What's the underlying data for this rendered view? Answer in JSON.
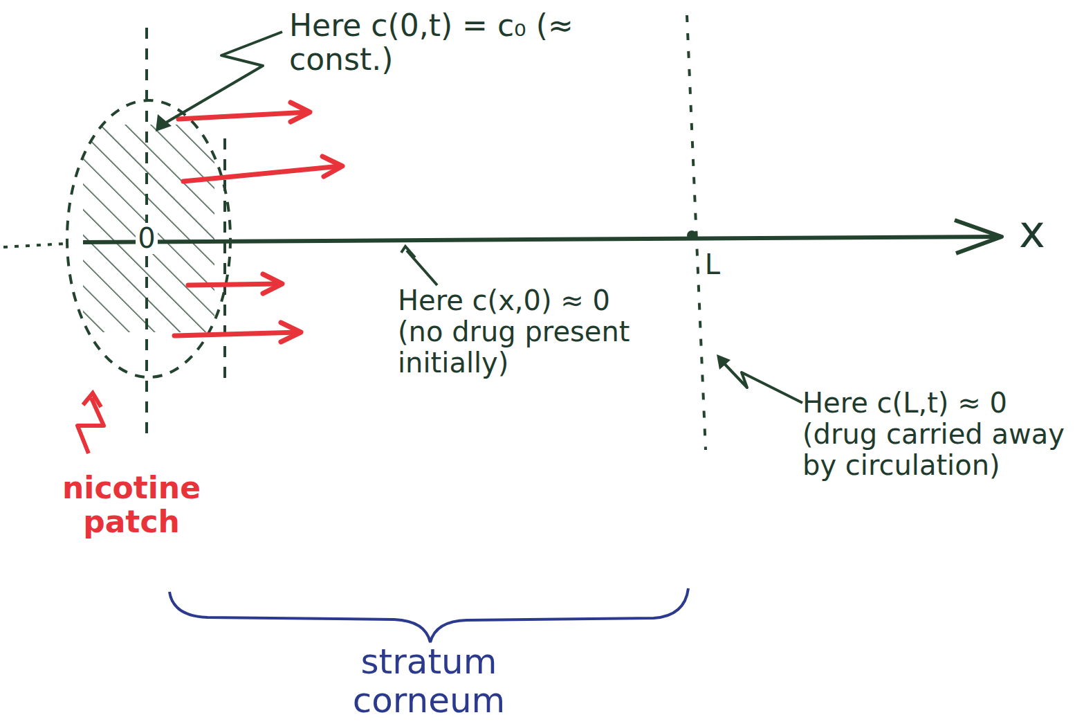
{
  "diagram": {
    "labels": [
      "Here c(0,t) = c₀ (≈ const.)",
      "0",
      "x",
      "L",
      "Here c(x,0) ≈ 0 (no drug present initially)",
      "Here c(L,t) ≈ 0 (drug carried away by circulation)",
      "nicotine patch",
      "stratum corneum"
    ]
  }
}
